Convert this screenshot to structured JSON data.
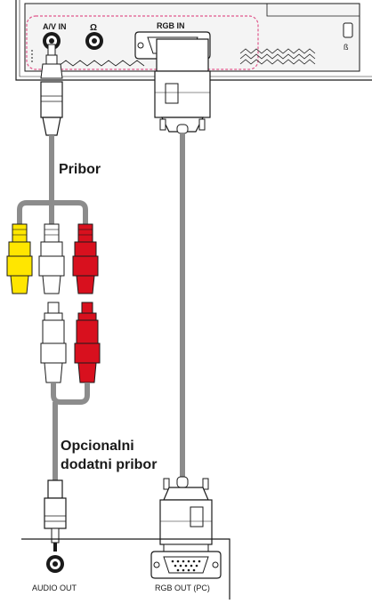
{
  "panel": {
    "port_av_in": "A/V IN",
    "port_headphone_symbol": "Ω",
    "port_rgb_in": "RGB IN",
    "lock_icon": "kensington-lock-icon"
  },
  "labels": {
    "pribor": "Pribor",
    "opcionalni_line1": "Opcionalni",
    "opcionalni_line2": "dodatni pribor",
    "audio_out": "AUDIO OUT",
    "rgb_out": "RGB OUT (PC)"
  },
  "colors": {
    "yellow_plug": "#ffe600",
    "red_plug": "#d8101e",
    "white_plug": "#ffffff",
    "cable_gray": "#8c8c8c",
    "dashed_outline": "#e0588c",
    "line": "#1a1a1a"
  }
}
